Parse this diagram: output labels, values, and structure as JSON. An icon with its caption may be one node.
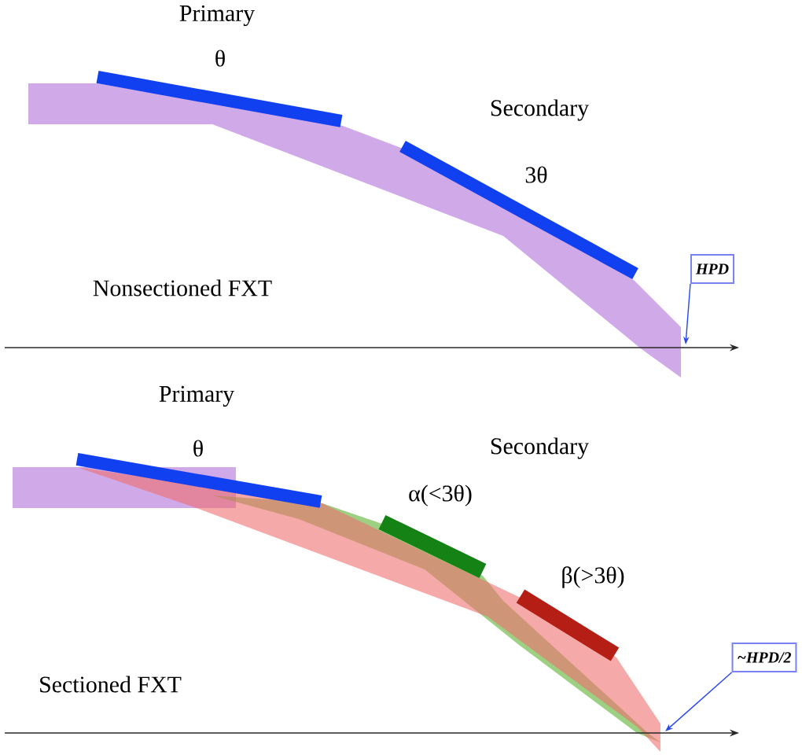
{
  "diagram": {
    "nodes": [
      {
        "text": [
          "HPD"
        ]
      },
      {
        "text": [
          "~HPD/2"
        ]
      }
    ],
    "edges": [
      {
        "from": 0,
        "to": null,
        "arrow": "to"
      },
      {
        "from": 1,
        "to": null,
        "arrow": "to"
      }
    ],
    "labels": [
      "Primary",
      "θ",
      "Secondary",
      "3θ",
      "Nonsectioned FXT",
      "Primary",
      "θ",
      "Secondary",
      "α(<3θ)",
      "β(>3θ)",
      "Sectioned FXT"
    ]
  }
}
